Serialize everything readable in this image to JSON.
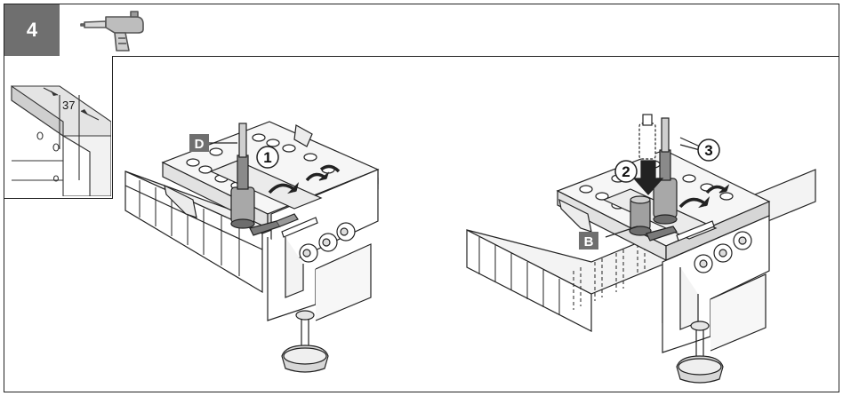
{
  "step": {
    "number": "4"
  },
  "inset": {
    "dimension": "37"
  },
  "labels": {
    "one": "1",
    "two": "2",
    "three": "3",
    "d": "D",
    "b": "B"
  },
  "icons": {
    "tool": "drill-icon"
  }
}
